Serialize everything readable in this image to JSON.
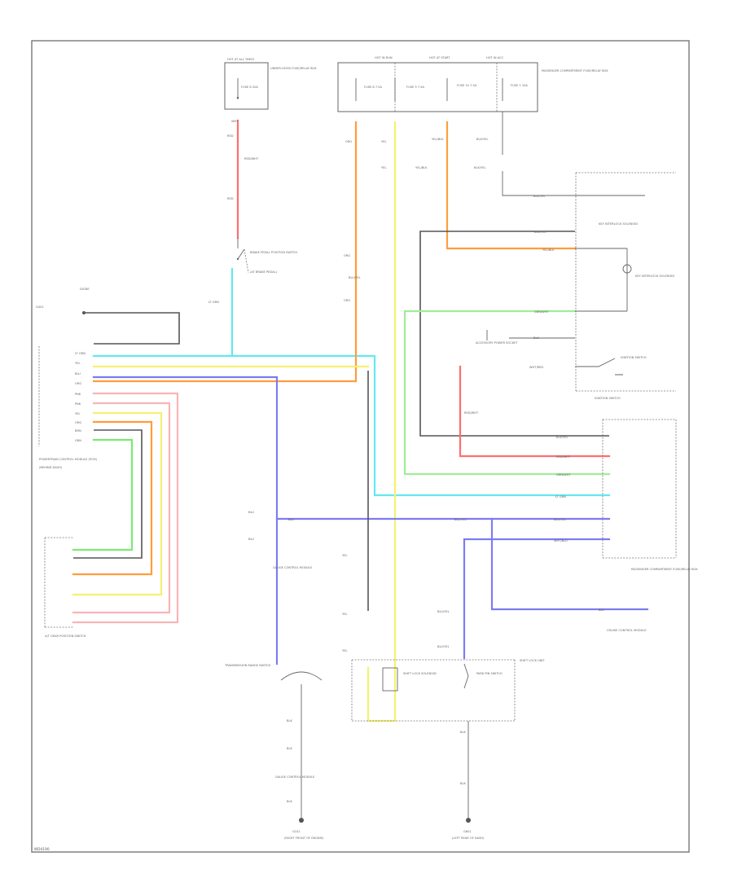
{
  "diagram": {
    "footer_code": "WD4190",
    "colors": {
      "red": "#ff6f6f",
      "pink": "#f7b5b5",
      "orange": "#ff9d3c",
      "yellow": "#f5f073",
      "cyan": "#62e9ef",
      "blue": "#7c7cf2",
      "green": "#7ce873",
      "lightgreen": "#9fee96",
      "black": "#555555",
      "gray": "#888888"
    },
    "labels": {
      "fuse_box_left": "HOT AT ALL TIMES",
      "fuse_box_left_desc": "UNDER-HOOD FUSE/RELAY BOX",
      "fuse_left": "FUSE 6 20A",
      "fuse_mid_a": "FUSE 8 7.5A",
      "fuse_mid_b": "FUSE 9 7.5A",
      "fuse_mid_c": "FUSE 10 7.5A",
      "fuse_right": "FUSE 1 10A",
      "hot_in_run": "HOT IN RUN",
      "hot_at_start": "HOT AT START",
      "hot_in_acc": "HOT IN ACC",
      "fuse_box_right_desc": "PASSENGER COMPARTMENT FUSE/RELAY BOX",
      "brake_switch": "BRAKE PEDAL POSITION SWITCH",
      "brake_switch_loc": "(AT BRAKE PEDAL)",
      "diode": "DIODE",
      "ground_top_left": "G401",
      "ecm_label": "POWERTRAIN CONTROL MODULE (PCM)",
      "ecm_loc": "(BEHIND DASH)",
      "shift_lock_unit": "SHIFT LOCK UNIT",
      "key_interlock": "KEY INTERLOCK SOLENOID",
      "ignition_switch": "IGNITION SWITCH",
      "gauge_assembly": "GAUGE CONTROL MODULE",
      "shift_lock_solenoid": "SHIFT LOCK SOLENOID",
      "park_pin_switch": "PARK PIN SWITCH",
      "shifter_assembly": "A/T GEAR POSITION SWITCH",
      "gear_switch_desc": "TRANSMISSION RANGE SWITCH",
      "ground_bottom_left": "G101",
      "ground_bottom_left_loc": "(RIGHT FRONT OF ENGINE)",
      "ground_bottom_right": "G601",
      "ground_bottom_right_loc": "(LEFT REAR OF DASH)",
      "cruise_module": "CRUISE CONTROL MODULE",
      "accessory_socket": "ACCESSORY POWER SOCKET",
      "wire_red": "RED",
      "wire_wht": "WHT",
      "wire_yel": "YEL",
      "wire_blu": "BLU",
      "wire_grn": "GRN",
      "wire_org": "ORG",
      "wire_blk": "BLK",
      "wire_wht_blu": "WHT/BLU",
      "wire_yel_blk": "YEL/BLK",
      "wire_lt_grn": "LT GRN",
      "wire_blu_yel": "BLU/YEL",
      "wire_grn_wht": "GRN/WHT",
      "wire_red_wht": "RED/WHT",
      "wire_blk_yel": "BLK/YEL",
      "wire_wht_red": "WHT/RED",
      "wire_brn": "BRN",
      "wire_pnk": "PNK"
    }
  }
}
